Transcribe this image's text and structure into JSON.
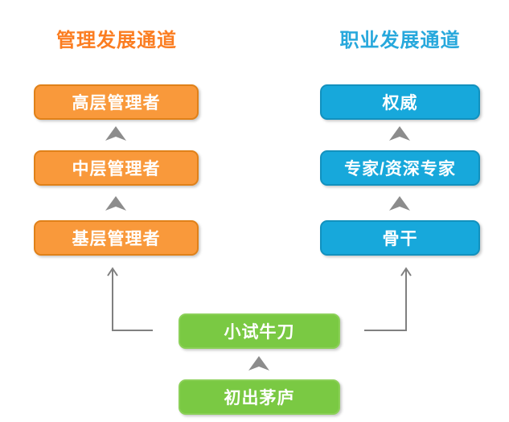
{
  "titles": {
    "management": "管理发展通道",
    "professional": "职业发展通道"
  },
  "management_track": {
    "levels": [
      "高层管理者",
      "中层管理者",
      "基层管理者"
    ]
  },
  "professional_track": {
    "levels": [
      "权威",
      "专家/资深专家",
      "骨干"
    ]
  },
  "entry_track": {
    "levels": [
      "小试牛刀",
      "初出茅庐"
    ]
  },
  "colors": {
    "title_orange": "#FB7D21",
    "title_blue": "#27A8DC",
    "orange_fill": "#F9993B",
    "orange_border": "#E08119",
    "blue_fill": "#17A8DB",
    "blue_border": "#1291BE",
    "green_fill": "#7AC943",
    "green_border": "#8BD058",
    "arrow_gray": "#8C8C8C",
    "line_gray": "#808080",
    "node_text": "#FFFFFF"
  }
}
